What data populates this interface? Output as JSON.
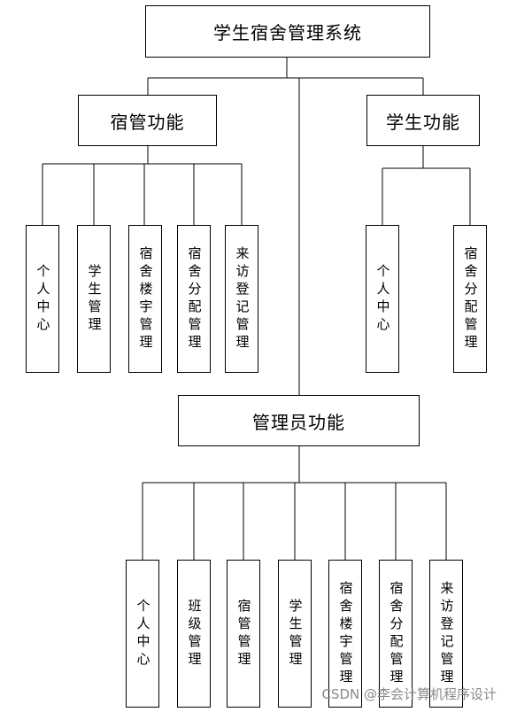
{
  "root": {
    "label": "学生宿舍管理系统"
  },
  "groups": [
    {
      "label": "宿管功能",
      "children": [
        "个人中心",
        "学生管理",
        "宿舍楼宇管理",
        "宿舍分配管理",
        "来访登记管理"
      ]
    },
    {
      "label": "学生功能",
      "children": [
        "个人中心",
        "宿舍分配管理"
      ]
    },
    {
      "label": "管理员功能",
      "children": [
        "个人中心",
        "班级管理",
        "宿管管理",
        "学生管理",
        "宿舍楼宇管理",
        "宿舍分配管理",
        "来访登记管理"
      ]
    }
  ],
  "watermark": "CSDN @李会计算机程序设计"
}
